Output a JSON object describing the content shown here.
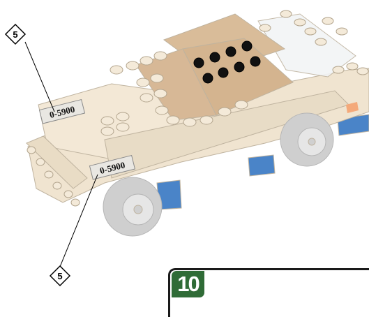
{
  "step": {
    "number": "10",
    "accent": "#2f6b36"
  },
  "callouts": [
    {
      "quantity": "5",
      "sticker_text": "0-5900"
    },
    {
      "quantity": "5",
      "sticker_text": "0-5900"
    }
  ],
  "model": {
    "subject": "car-model",
    "colors": {
      "tan": "#f0e4d0",
      "dark_tan": "#d7b896",
      "clear": "#f2f4f6",
      "blue": "#4a84c8",
      "tire": "#cfcfcf"
    }
  }
}
